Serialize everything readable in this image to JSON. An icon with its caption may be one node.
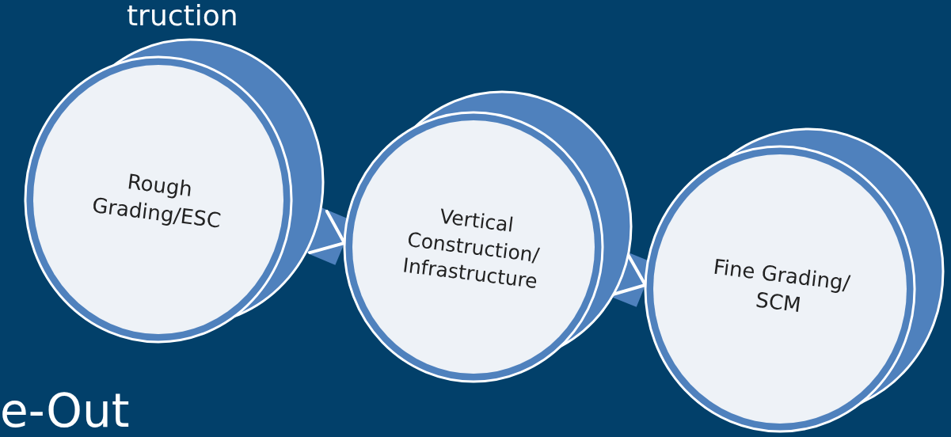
{
  "diagram": {
    "nodes": [
      {
        "text": [
          "Rough Grading/ESC"
        ]
      },
      {
        "text": [
          "Vertical Construction/ Infrastructure"
        ]
      },
      {
        "text": [
          "Fine Grading/ SCM"
        ]
      }
    ],
    "edges": [
      {
        "from": 0,
        "to": 1,
        "arrow": "to"
      },
      {
        "from": 1,
        "to": 2,
        "arrow": "to"
      }
    ],
    "labels": [
      "truction",
      "e-Out"
    ]
  }
}
